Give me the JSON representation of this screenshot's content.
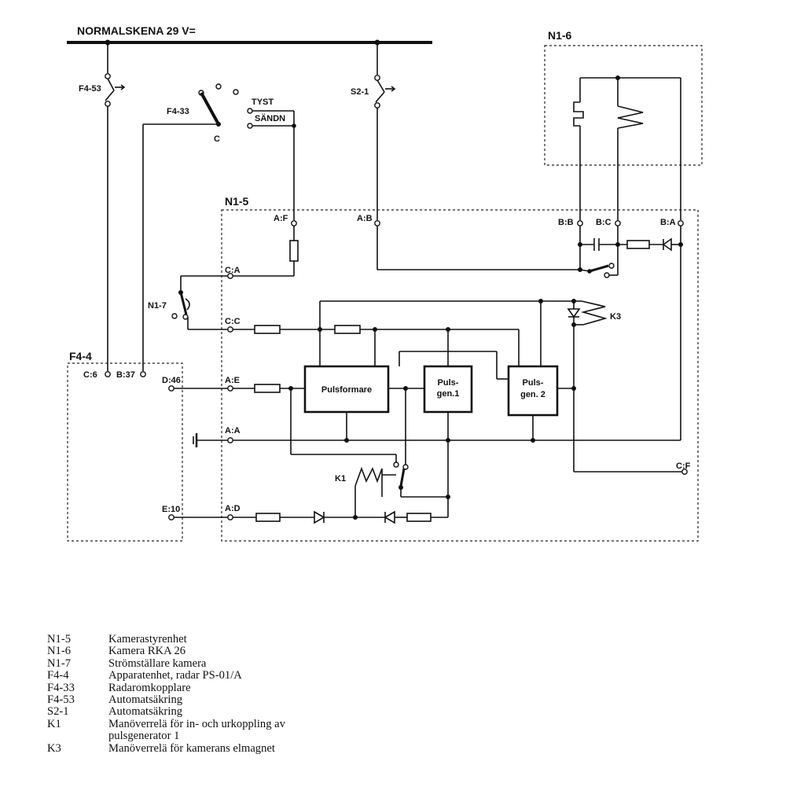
{
  "diagram": {
    "title_bus": "NORMALSKENA 29 V=",
    "units": {
      "n1_6": "N1-6",
      "n1_5": "N1-5",
      "f4_4": "F4-4"
    },
    "components": {
      "f4_53": "F4-53",
      "f4_33": "F4-33",
      "f4_33_c": "C",
      "tyst": "TYST",
      "sandn": "SÄNDN",
      "s2_1": "S2-1",
      "n1_7": "N1-7",
      "k1": "K1",
      "k3": "K3",
      "pulsformare": "Pulsformare",
      "pulsgen1_a": "Puls-",
      "pulsgen1_b": "gen.1",
      "pulsgen2_a": "Puls-",
      "pulsgen2_b": "gen. 2"
    },
    "terminals": {
      "af": "A:F",
      "ab": "A:B",
      "bb": "B:B",
      "bc": "B:C",
      "ba": "B:A",
      "ca": "C:A",
      "cc": "C:C",
      "ae": "A:E",
      "aa": "A:A",
      "ad": "A:D",
      "cf": "C:F",
      "c6": "C:6",
      "b37": "B:37",
      "d46": "D:46",
      "e10": "E:10"
    }
  },
  "legend": [
    {
      "code": "N1-5",
      "desc": "Kamerastyrenhet"
    },
    {
      "code": "N1-6",
      "desc": "Kamera RKA 26"
    },
    {
      "code": "N1-7",
      "desc": "Strömställare kamera"
    },
    {
      "code": "F4-4",
      "desc": "Apparatenhet, radar PS-01/A"
    },
    {
      "code": "F4-33",
      "desc": "Radaromkopplare"
    },
    {
      "code": "F4-53",
      "desc": "Automatsäkring"
    },
    {
      "code": "S2-1",
      "desc": "Automatsäkring"
    },
    {
      "code": "K1",
      "desc": "Manöverrelä för in- och urkoppling av"
    },
    {
      "code": "",
      "desc": "pulsgenerator 1"
    },
    {
      "code": "K3",
      "desc": "Manöverrelä för kamerans elmagnet"
    }
  ]
}
